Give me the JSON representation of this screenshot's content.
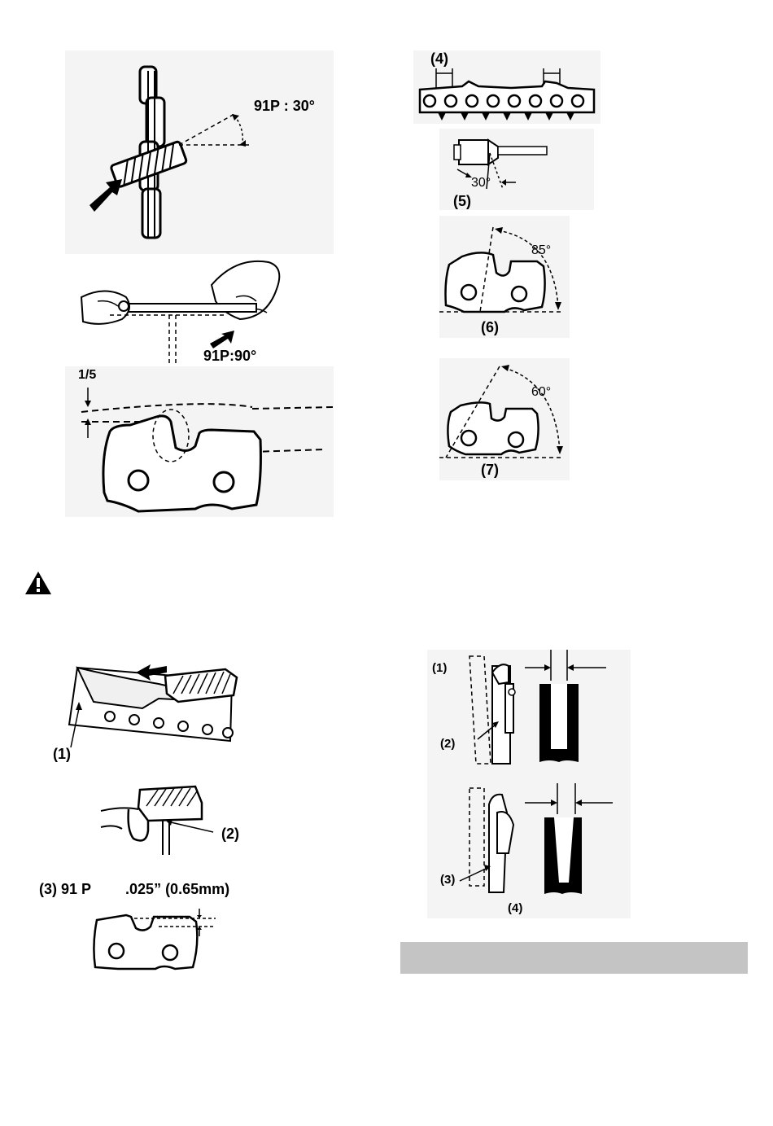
{
  "fig_top_left": {
    "angle_label_prefix": "91P : ",
    "angle_label_value": "30°"
  },
  "fig_file_hand": {
    "angle_label": "91P:90°"
  },
  "fig_depth_fifth": {
    "fraction_label": "1/5"
  },
  "fig_chain_side": {
    "label": "(4)"
  },
  "fig_file_top": {
    "angle": "30°",
    "label": "(5)"
  },
  "fig_cutter_85": {
    "angle": "85°",
    "label": "(6)"
  },
  "fig_cutter_60": {
    "angle": "60°",
    "label": "(7)"
  },
  "fig_depth_gauge_tool": {
    "label_1": "(1)",
    "label_2": "(2)"
  },
  "fig_depth_spec": {
    "label_prefix": "(3) 91 P",
    "label_value": ".025” (0.65mm)"
  },
  "fig_sprocket": {
    "label_1": "(1)",
    "label_2": "(2)",
    "label_3": "(3)",
    "label_4": "(4)"
  },
  "colors": {
    "ink": "#000000",
    "panel": "#f4f4f4",
    "bar": "#c4c4c4"
  }
}
